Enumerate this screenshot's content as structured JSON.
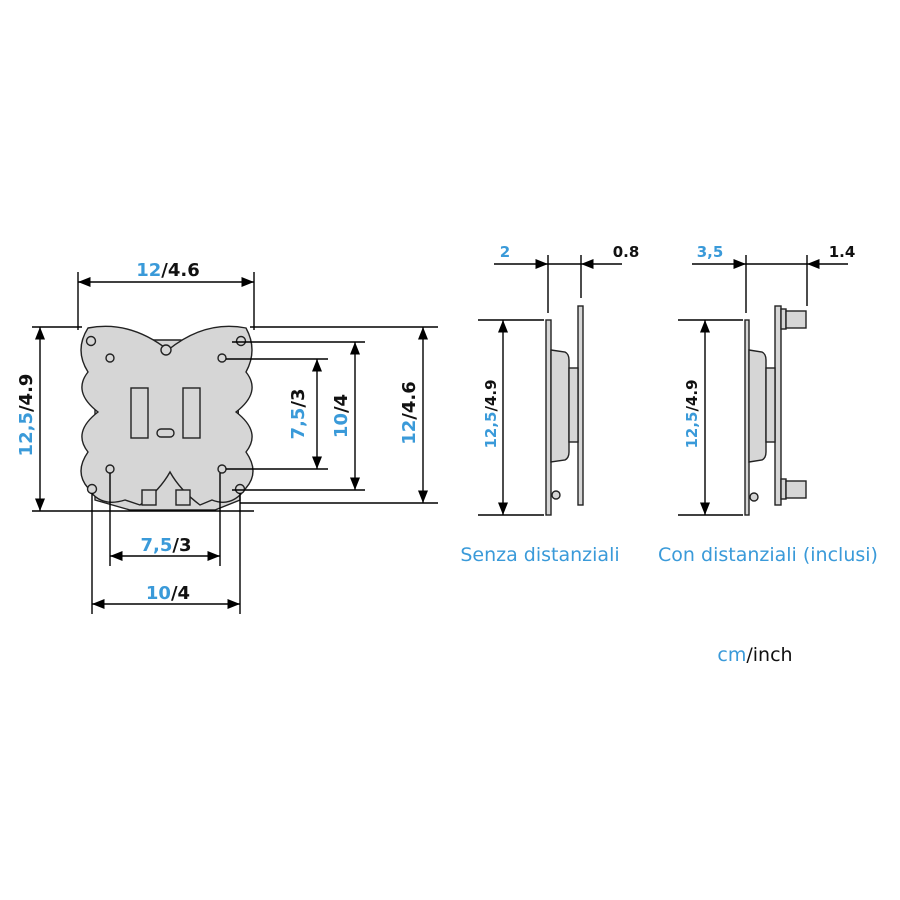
{
  "colors": {
    "accent": "#3a9ad9",
    "text": "#111111",
    "plate": "#d6d6d6"
  },
  "front_view": {
    "top_width": {
      "cm": "12",
      "inch": "/4.6"
    },
    "left_height": {
      "cm": "12,5",
      "inch": "/4.9"
    },
    "vesa_inner_v": {
      "cm": "7,5",
      "inch": "/3"
    },
    "vesa_outer_v": {
      "cm": "10",
      "inch": "/4"
    },
    "right_height": {
      "cm": "12",
      "inch": "/4.6"
    },
    "vesa_inner_h": {
      "cm": "7,5",
      "inch": "/3"
    },
    "vesa_outer_h": {
      "cm": "10",
      "inch": "/4"
    }
  },
  "side_without": {
    "depth_cm": "2",
    "depth_inch": "0.8",
    "height": {
      "cm": "12,5",
      "inch": "/4.9"
    },
    "caption": "Senza distanziali"
  },
  "side_with": {
    "depth_cm": "3,5",
    "depth_inch": "1.4",
    "height": {
      "cm": "12,5",
      "inch": "/4.9"
    },
    "caption": "Con distanziali (inclusi)"
  },
  "units": {
    "cm": "cm",
    "inch": "/inch"
  }
}
